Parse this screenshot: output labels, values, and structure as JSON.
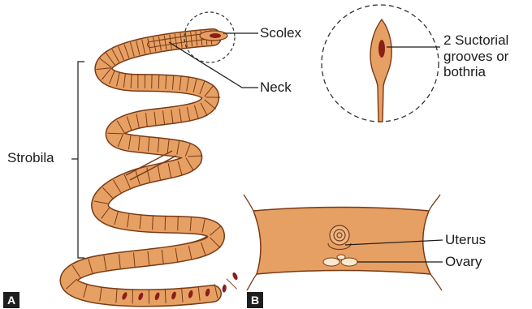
{
  "labels": {
    "scolex": "Scolex",
    "neck": "Neck",
    "strobila": "Strobila",
    "bothria": "2 Suctorial grooves or bothria",
    "uterus": "Uterus",
    "ovary": "Ovary"
  },
  "panels": {
    "a": "A",
    "b": "B"
  },
  "colors": {
    "body_fill": "#e6a063",
    "segment_line": "#7a3a16",
    "uterus_dark": "#8a1f18",
    "leader": "#1b1b1b",
    "dash": "#333333"
  }
}
